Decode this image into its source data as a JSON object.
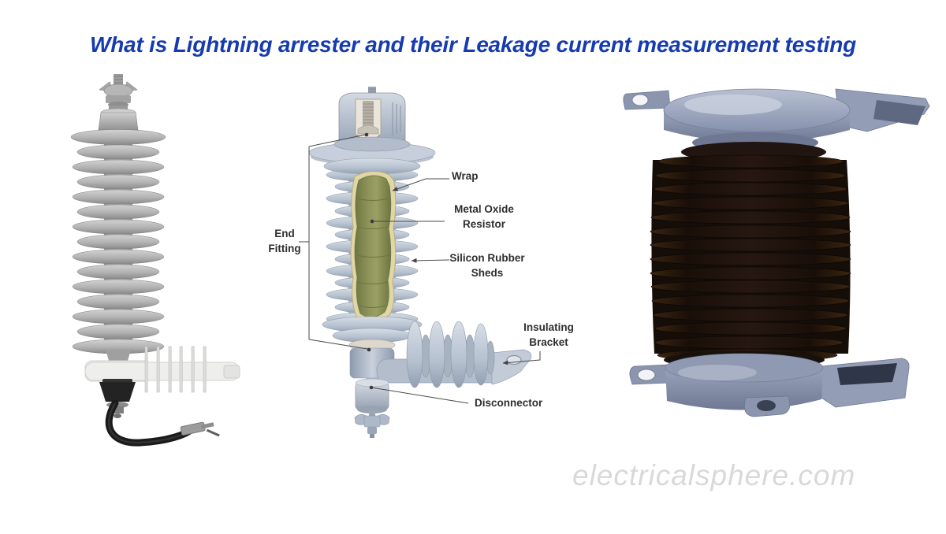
{
  "header": {
    "title": "What is Lightning arrester and their Leakage current measurement testing"
  },
  "figures": {
    "left_photo": {
      "name": "polymer-lightning-arrester-photo"
    },
    "cutaway_diagram": {
      "name": "lightning-arrester-cutaway-diagram",
      "labels": {
        "wrap": "Wrap",
        "metal_oxide_resistor": "Metal Oxide Resistor",
        "silicon_rubber_sheds": "Silicon Rubber Sheds",
        "end_fitting": "End Fitting",
        "insulating_bracket": "Insulating Bracket",
        "disconnector": "Disconnector"
      }
    },
    "right_photo": {
      "name": "porcelain-lightning-arrester-photo"
    }
  },
  "watermark": {
    "text": "electricalsphere.com"
  },
  "colors": {
    "title_blue": "#163bb0",
    "watermark_gray": "#d9d9d9",
    "diagram_housing": "#b8c3d2",
    "diagram_core_olive": "#8a9156",
    "diagram_wrap_cream": "#e0d6a6",
    "label_text": "#2e2e2e",
    "porcelain_dark": "#1d130d",
    "flange_blue_gray": "#8e99b3",
    "polymer_gray": "#b5b5b5"
  }
}
